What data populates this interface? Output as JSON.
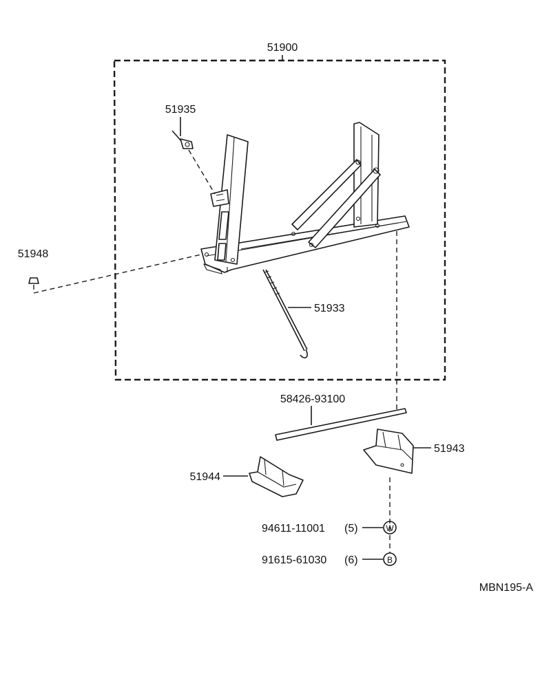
{
  "assembly": {
    "part_no": "51900"
  },
  "parts": {
    "clip": "51935",
    "plug": "51948",
    "rod": "51933",
    "strip": "58426-93100",
    "right_bracket": "51943",
    "left_bracket": "51944",
    "washer": {
      "part_no": "94611-11001",
      "qty": "(5)",
      "symbol": "W"
    },
    "bolt": {
      "part_no": "91615-61030",
      "qty": "(6)",
      "symbol": "B"
    }
  },
  "diagram_code": "MBN195-A"
}
